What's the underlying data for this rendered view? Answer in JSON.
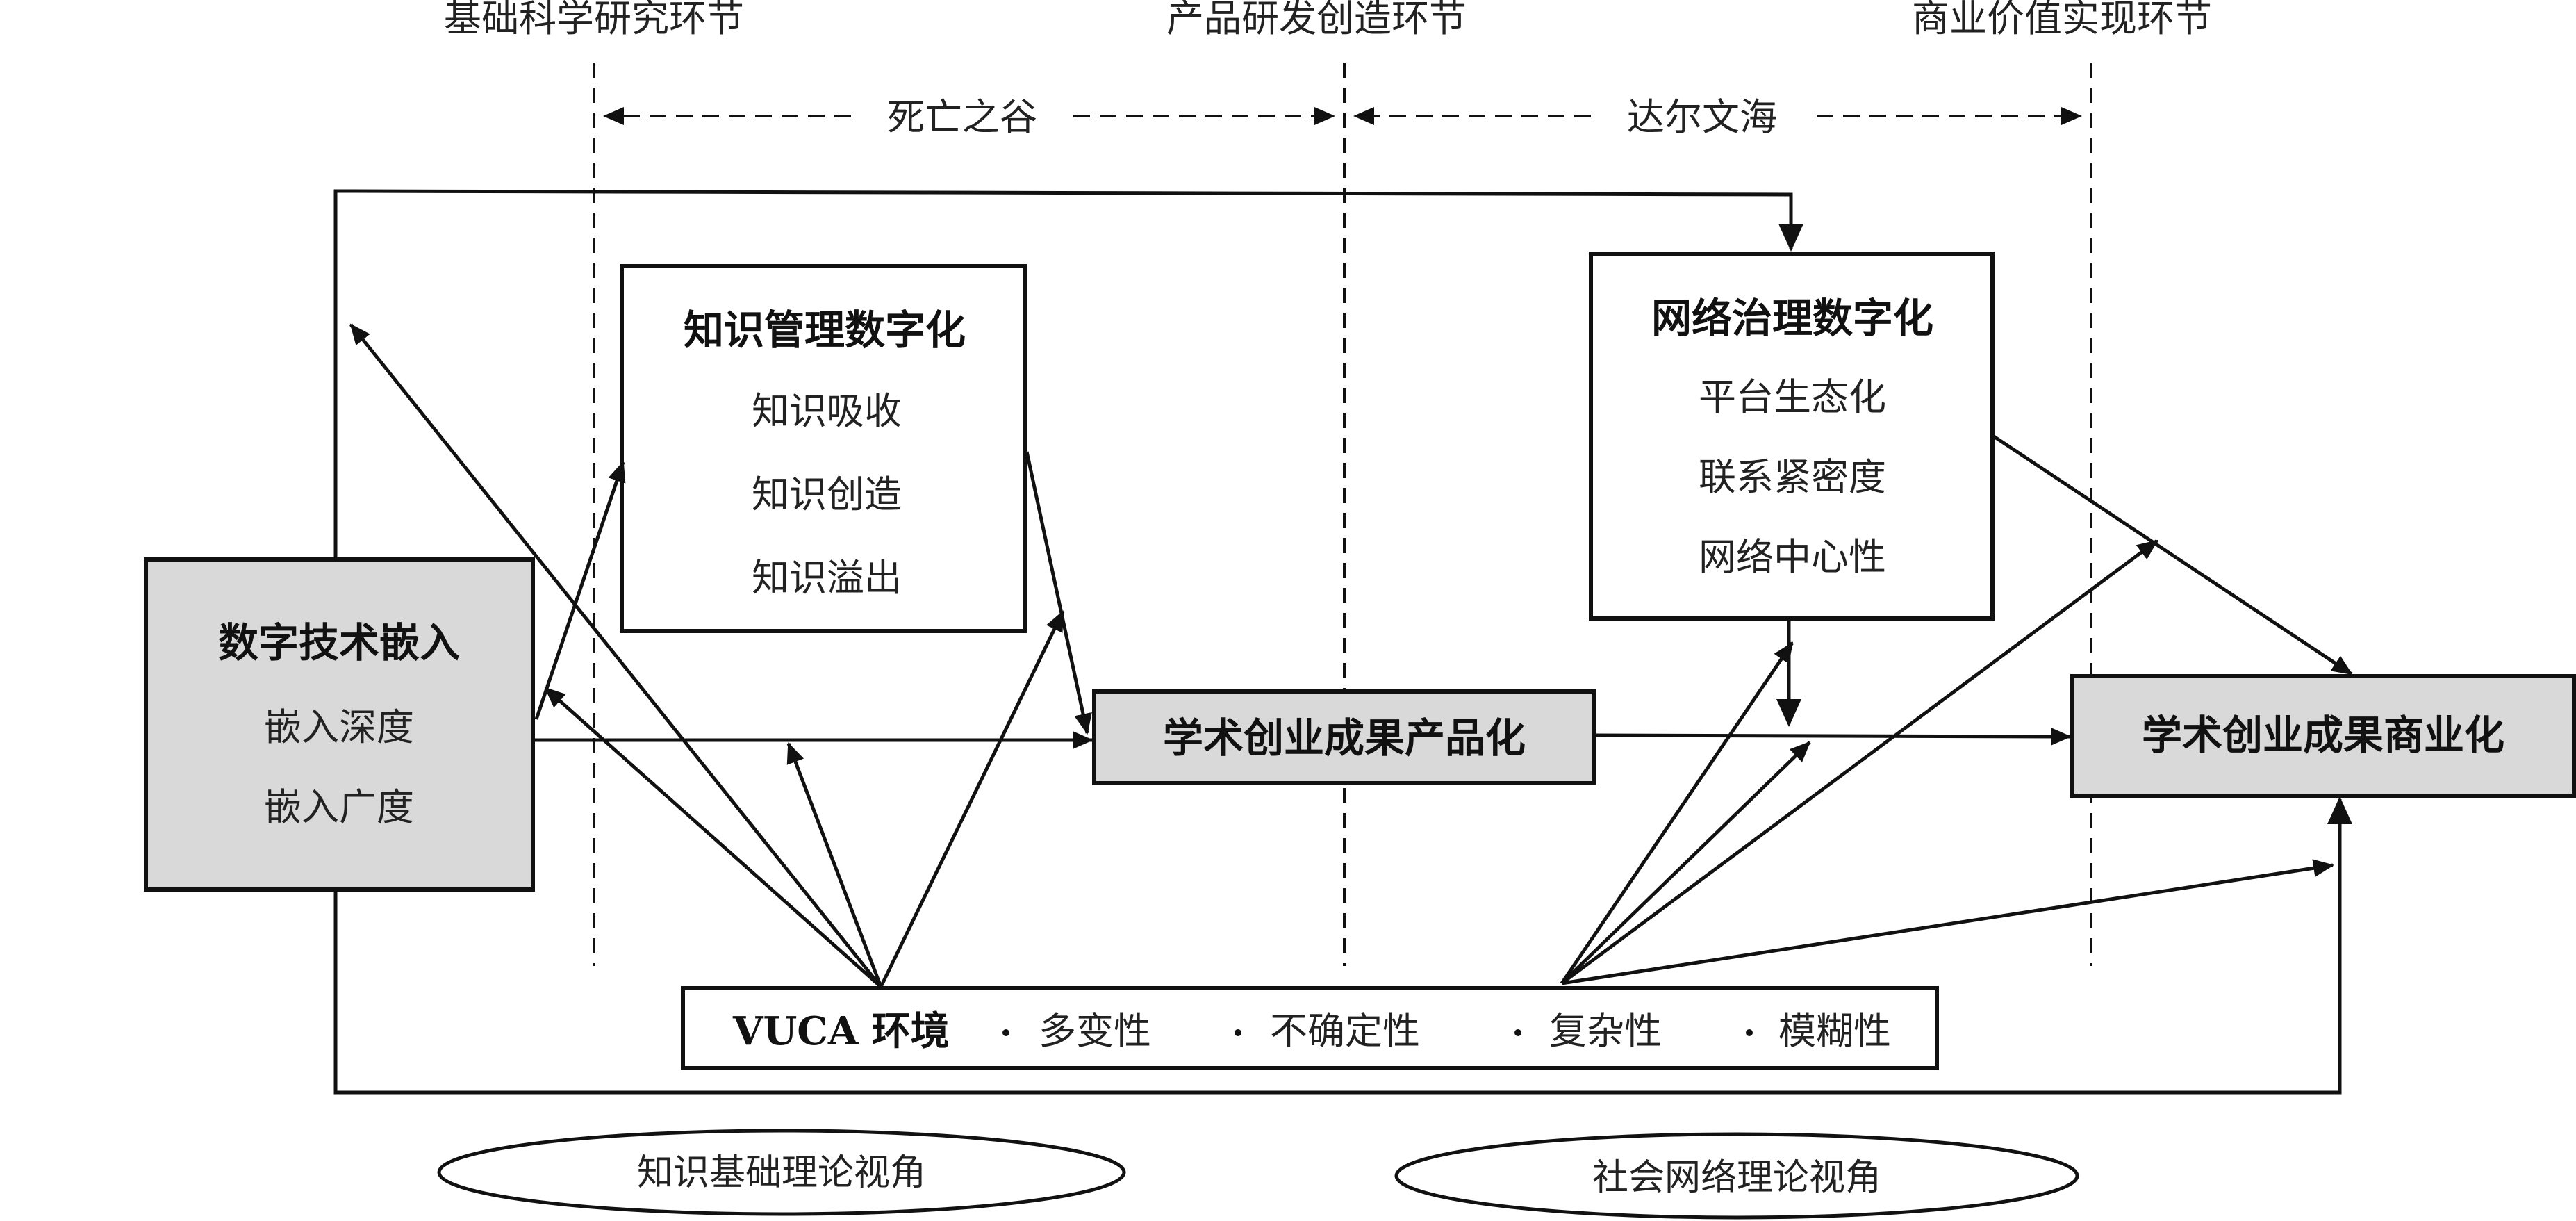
{
  "stages": [
    "基础科学研究环节",
    "产品研发创造环节",
    "商业价值实现环节"
  ],
  "zones": [
    "死亡之谷",
    "达尔文海"
  ],
  "boxes": {
    "digital_embed": {
      "title": "数字技术嵌入",
      "items": [
        "嵌入深度",
        "嵌入广度"
      ]
    },
    "knowledge": {
      "title": "知识管理数字化",
      "items": [
        "知识吸收",
        "知识创造",
        "知识溢出"
      ]
    },
    "network": {
      "title": "网络治理数字化",
      "items": [
        "平台生态化",
        "联系紧密度",
        "网络中心性"
      ]
    },
    "productization": {
      "title": "学术创业成果产品化"
    },
    "commercialization": {
      "title": "学术创业成果商业化"
    }
  },
  "vuca": {
    "title": "VUCA 环境",
    "items": [
      "多变性",
      "不确定性",
      "复杂性",
      "模糊性"
    ]
  },
  "perspectives": [
    "知识基础理论视角",
    "社会网络理论视角"
  ],
  "colors": {
    "box_fill_gray": "#d9d9d9",
    "stroke": "#111111"
  }
}
